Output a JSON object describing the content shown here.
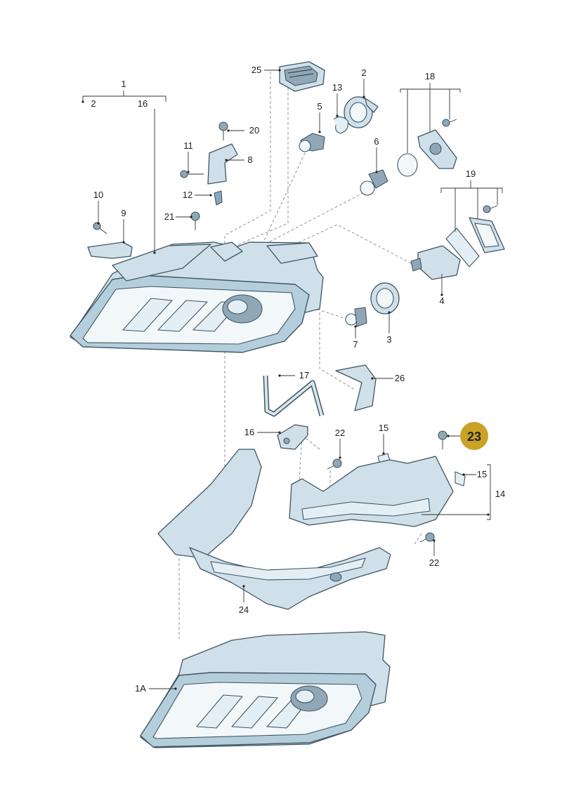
{
  "labels": {
    "l1": "1",
    "l2a": "2",
    "l16a": "16",
    "l2": "2",
    "l3": "3",
    "l4": "4",
    "l5": "5",
    "l6": "6",
    "l7": "7",
    "l8": "8",
    "l9": "9",
    "l10": "10",
    "l11": "11",
    "l12": "12",
    "l13": "13",
    "l14": "14",
    "l15a": "15",
    "l15b": "15",
    "l16": "16",
    "l17": "17",
    "l18": "18",
    "l19": "19",
    "l20": "20",
    "l21": "21",
    "l22a": "22",
    "l22b": "22",
    "l24": "24",
    "l25": "25",
    "l26": "26",
    "l1A": "1A"
  },
  "highlight": {
    "label": "23",
    "color": "#c9a227"
  }
}
